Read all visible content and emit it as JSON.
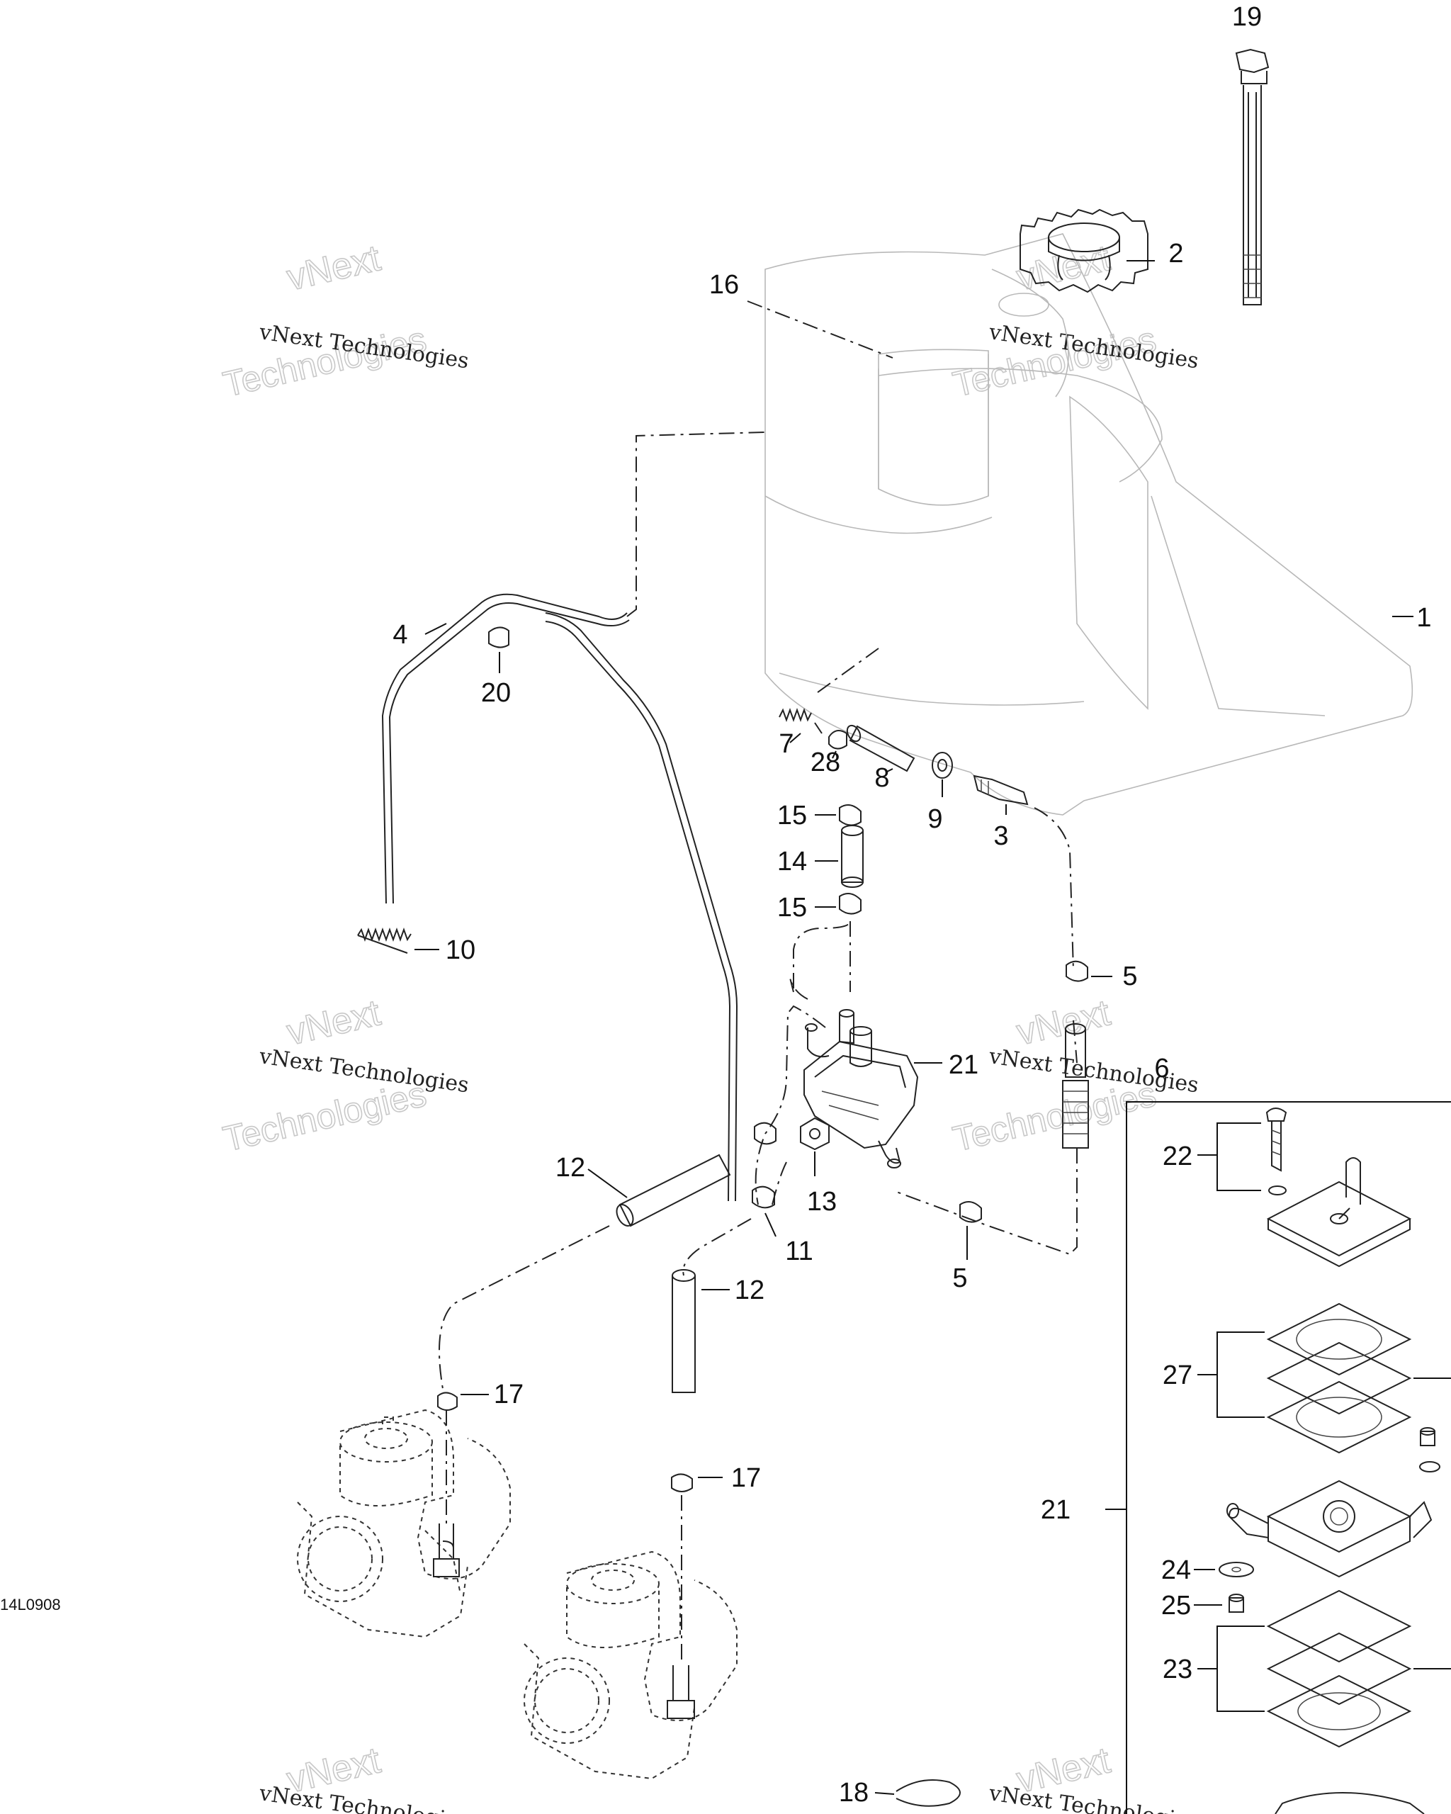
{
  "diagram": {
    "code": "14L0908",
    "callouts": [
      {
        "id": "c1",
        "text": "1"
      },
      {
        "id": "c2",
        "text": "2"
      },
      {
        "id": "c3",
        "text": "3"
      },
      {
        "id": "c4",
        "text": "4"
      },
      {
        "id": "c5a",
        "text": "5"
      },
      {
        "id": "c5b",
        "text": "5"
      },
      {
        "id": "c6",
        "text": "6"
      },
      {
        "id": "c7",
        "text": "7"
      },
      {
        "id": "c8",
        "text": "8"
      },
      {
        "id": "c9",
        "text": "9"
      },
      {
        "id": "c10",
        "text": "10"
      },
      {
        "id": "c11",
        "text": "11"
      },
      {
        "id": "c12a",
        "text": "12"
      },
      {
        "id": "c12b",
        "text": "12"
      },
      {
        "id": "c13",
        "text": "13"
      },
      {
        "id": "c14",
        "text": "14"
      },
      {
        "id": "c15a",
        "text": "15"
      },
      {
        "id": "c15b",
        "text": "15"
      },
      {
        "id": "c16",
        "text": "16"
      },
      {
        "id": "c17a",
        "text": "17"
      },
      {
        "id": "c17b",
        "text": "17"
      },
      {
        "id": "c18",
        "text": "18"
      },
      {
        "id": "c19",
        "text": "19"
      },
      {
        "id": "c20",
        "text": "20"
      },
      {
        "id": "c21a",
        "text": "21"
      },
      {
        "id": "c21b",
        "text": "21"
      },
      {
        "id": "c22",
        "text": "22"
      },
      {
        "id": "c23",
        "text": "23"
      },
      {
        "id": "c24",
        "text": "24"
      },
      {
        "id": "c25",
        "text": "25"
      },
      {
        "id": "c27",
        "text": "27"
      },
      {
        "id": "c28",
        "text": "28"
      }
    ]
  },
  "watermark": {
    "small": "vNext Technologies",
    "large1": "vNext",
    "large2": "Technologies"
  }
}
